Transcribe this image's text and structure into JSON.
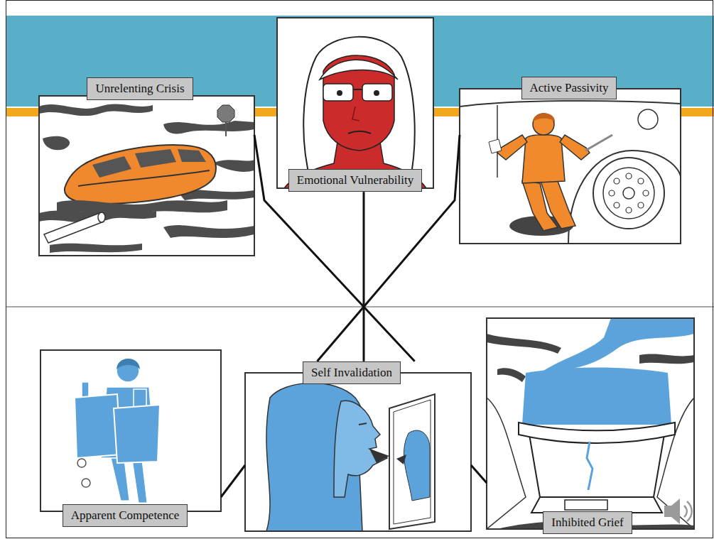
{
  "diagram": {
    "nodes": [
      {
        "text": [
          "Unrelenting Crisis"
        ]
      },
      {
        "text": [
          "Emotional Vulnerability"
        ]
      },
      {
        "text": [
          "Active Passivity"
        ]
      },
      {
        "text": [
          "Apparent Competence"
        ]
      },
      {
        "text": [
          "Self Invalidation"
        ]
      },
      {
        "text": [
          "Inhibited Grief"
        ]
      }
    ],
    "edges": [
      {
        "from": 0,
        "to": 4,
        "arrow": "none"
      },
      {
        "from": 1,
        "to": 4,
        "arrow": "none"
      },
      {
        "from": 2,
        "to": 4,
        "arrow": "none"
      },
      {
        "from": 3,
        "to": 4,
        "arrow": "none"
      },
      {
        "from": 4,
        "to": 5,
        "arrow": "none"
      }
    ]
  }
}
